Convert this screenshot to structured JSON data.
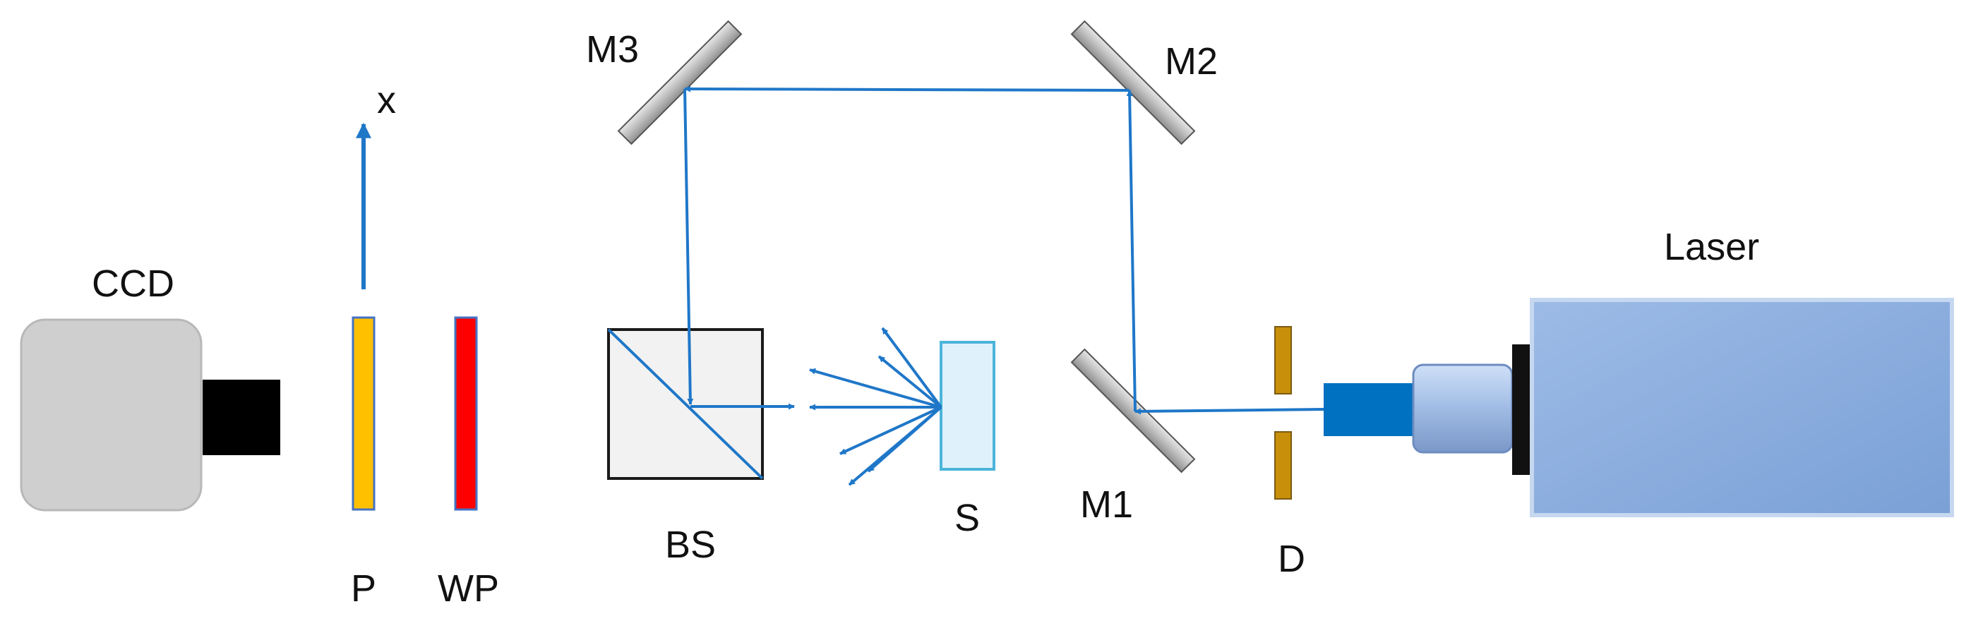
{
  "labels": {
    "ccd": "CCD",
    "polarizer": "P",
    "waveplate": "WP",
    "axis": "x",
    "mirror3": "M3",
    "mirror2": "M2",
    "mirror1": "M1",
    "beamsplitter": "BS",
    "sample": "S",
    "diaphragm": "D",
    "laser": "Laser"
  },
  "colors": {
    "beam": "#1f77c8",
    "polarizer": "#ffc000",
    "waveplate": "#ff0000",
    "diaphragm": "#c8900a",
    "laser_body": "#86a9dc",
    "sample": "#dff2fb",
    "ccd_body": "#d0cfcf",
    "mirror": "#c9c9c9"
  }
}
